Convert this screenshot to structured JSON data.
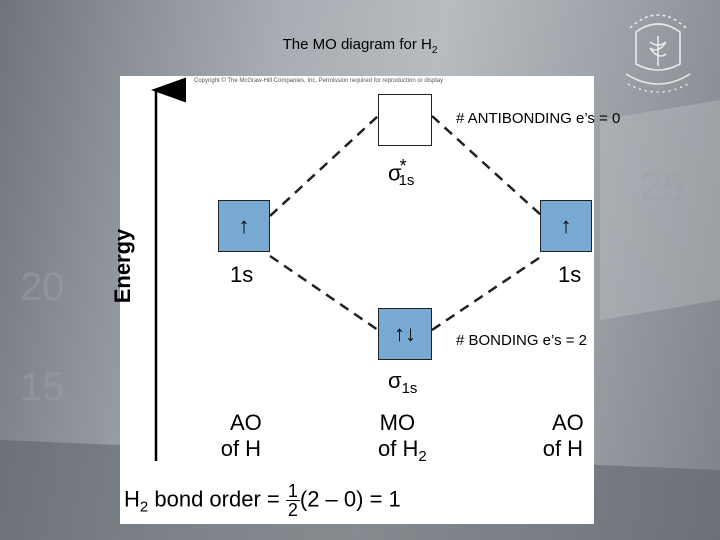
{
  "page": {
    "title_main": "The MO diagram for H",
    "title_sub": "2"
  },
  "diagram": {
    "copyright": "Copyright © The McGraw-Hill Companies, Inc. Permission required for reproduction or display",
    "axis_label": "Energy",
    "left_ao": {
      "electrons": "↑",
      "label": "1s"
    },
    "right_ao": {
      "electrons": "↑",
      "label": "1s"
    },
    "antibonding": {
      "electrons": "",
      "label_sigma": "σ",
      "label_star": "*",
      "label_sub": "1s"
    },
    "bonding": {
      "electrons": "↑↓",
      "label_sigma": "σ",
      "label_sub": "1s"
    },
    "col_left": {
      "line1": "AO",
      "line2": "of H"
    },
    "col_mid": {
      "line1": "MO",
      "line2": "of H",
      "line2_sub": "2"
    },
    "col_right": {
      "line1": "AO",
      "line2": "of H"
    },
    "bond_order": {
      "prefix": "H",
      "prefix_sub": "2",
      "middle": "bond order =",
      "frac_num": "1",
      "frac_den": "2",
      "suffix": "(2 – 0) = 1"
    }
  },
  "notes": {
    "antibonding": "# ANTIBONDING e’s = 0",
    "bonding": "# BONDING e’s = 2"
  },
  "colors": {
    "orbital_fill": "#78a9d3",
    "panel": "#ffffff"
  }
}
